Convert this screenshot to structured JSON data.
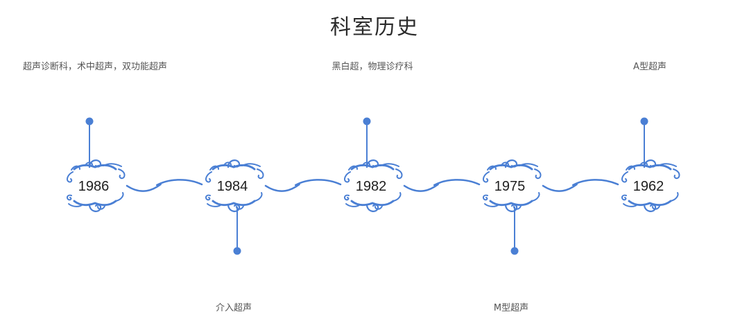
{
  "title": "科室历史",
  "colors": {
    "accent": "#4a7fd4",
    "text": "#2b2b2b",
    "muted": "#555555"
  },
  "events": [
    {
      "year": "1986",
      "description": "超声诊断科，术中超声，双功能超声",
      "side": "top"
    },
    {
      "year": "1984",
      "description": "介入超声",
      "side": "bottom"
    },
    {
      "year": "1982",
      "description": "黑白超，物理诊疗科",
      "side": "top"
    },
    {
      "year": "1975",
      "description": "M型超声",
      "side": "bottom"
    },
    {
      "year": "1962",
      "description": "A型超声",
      "side": "top"
    }
  ]
}
